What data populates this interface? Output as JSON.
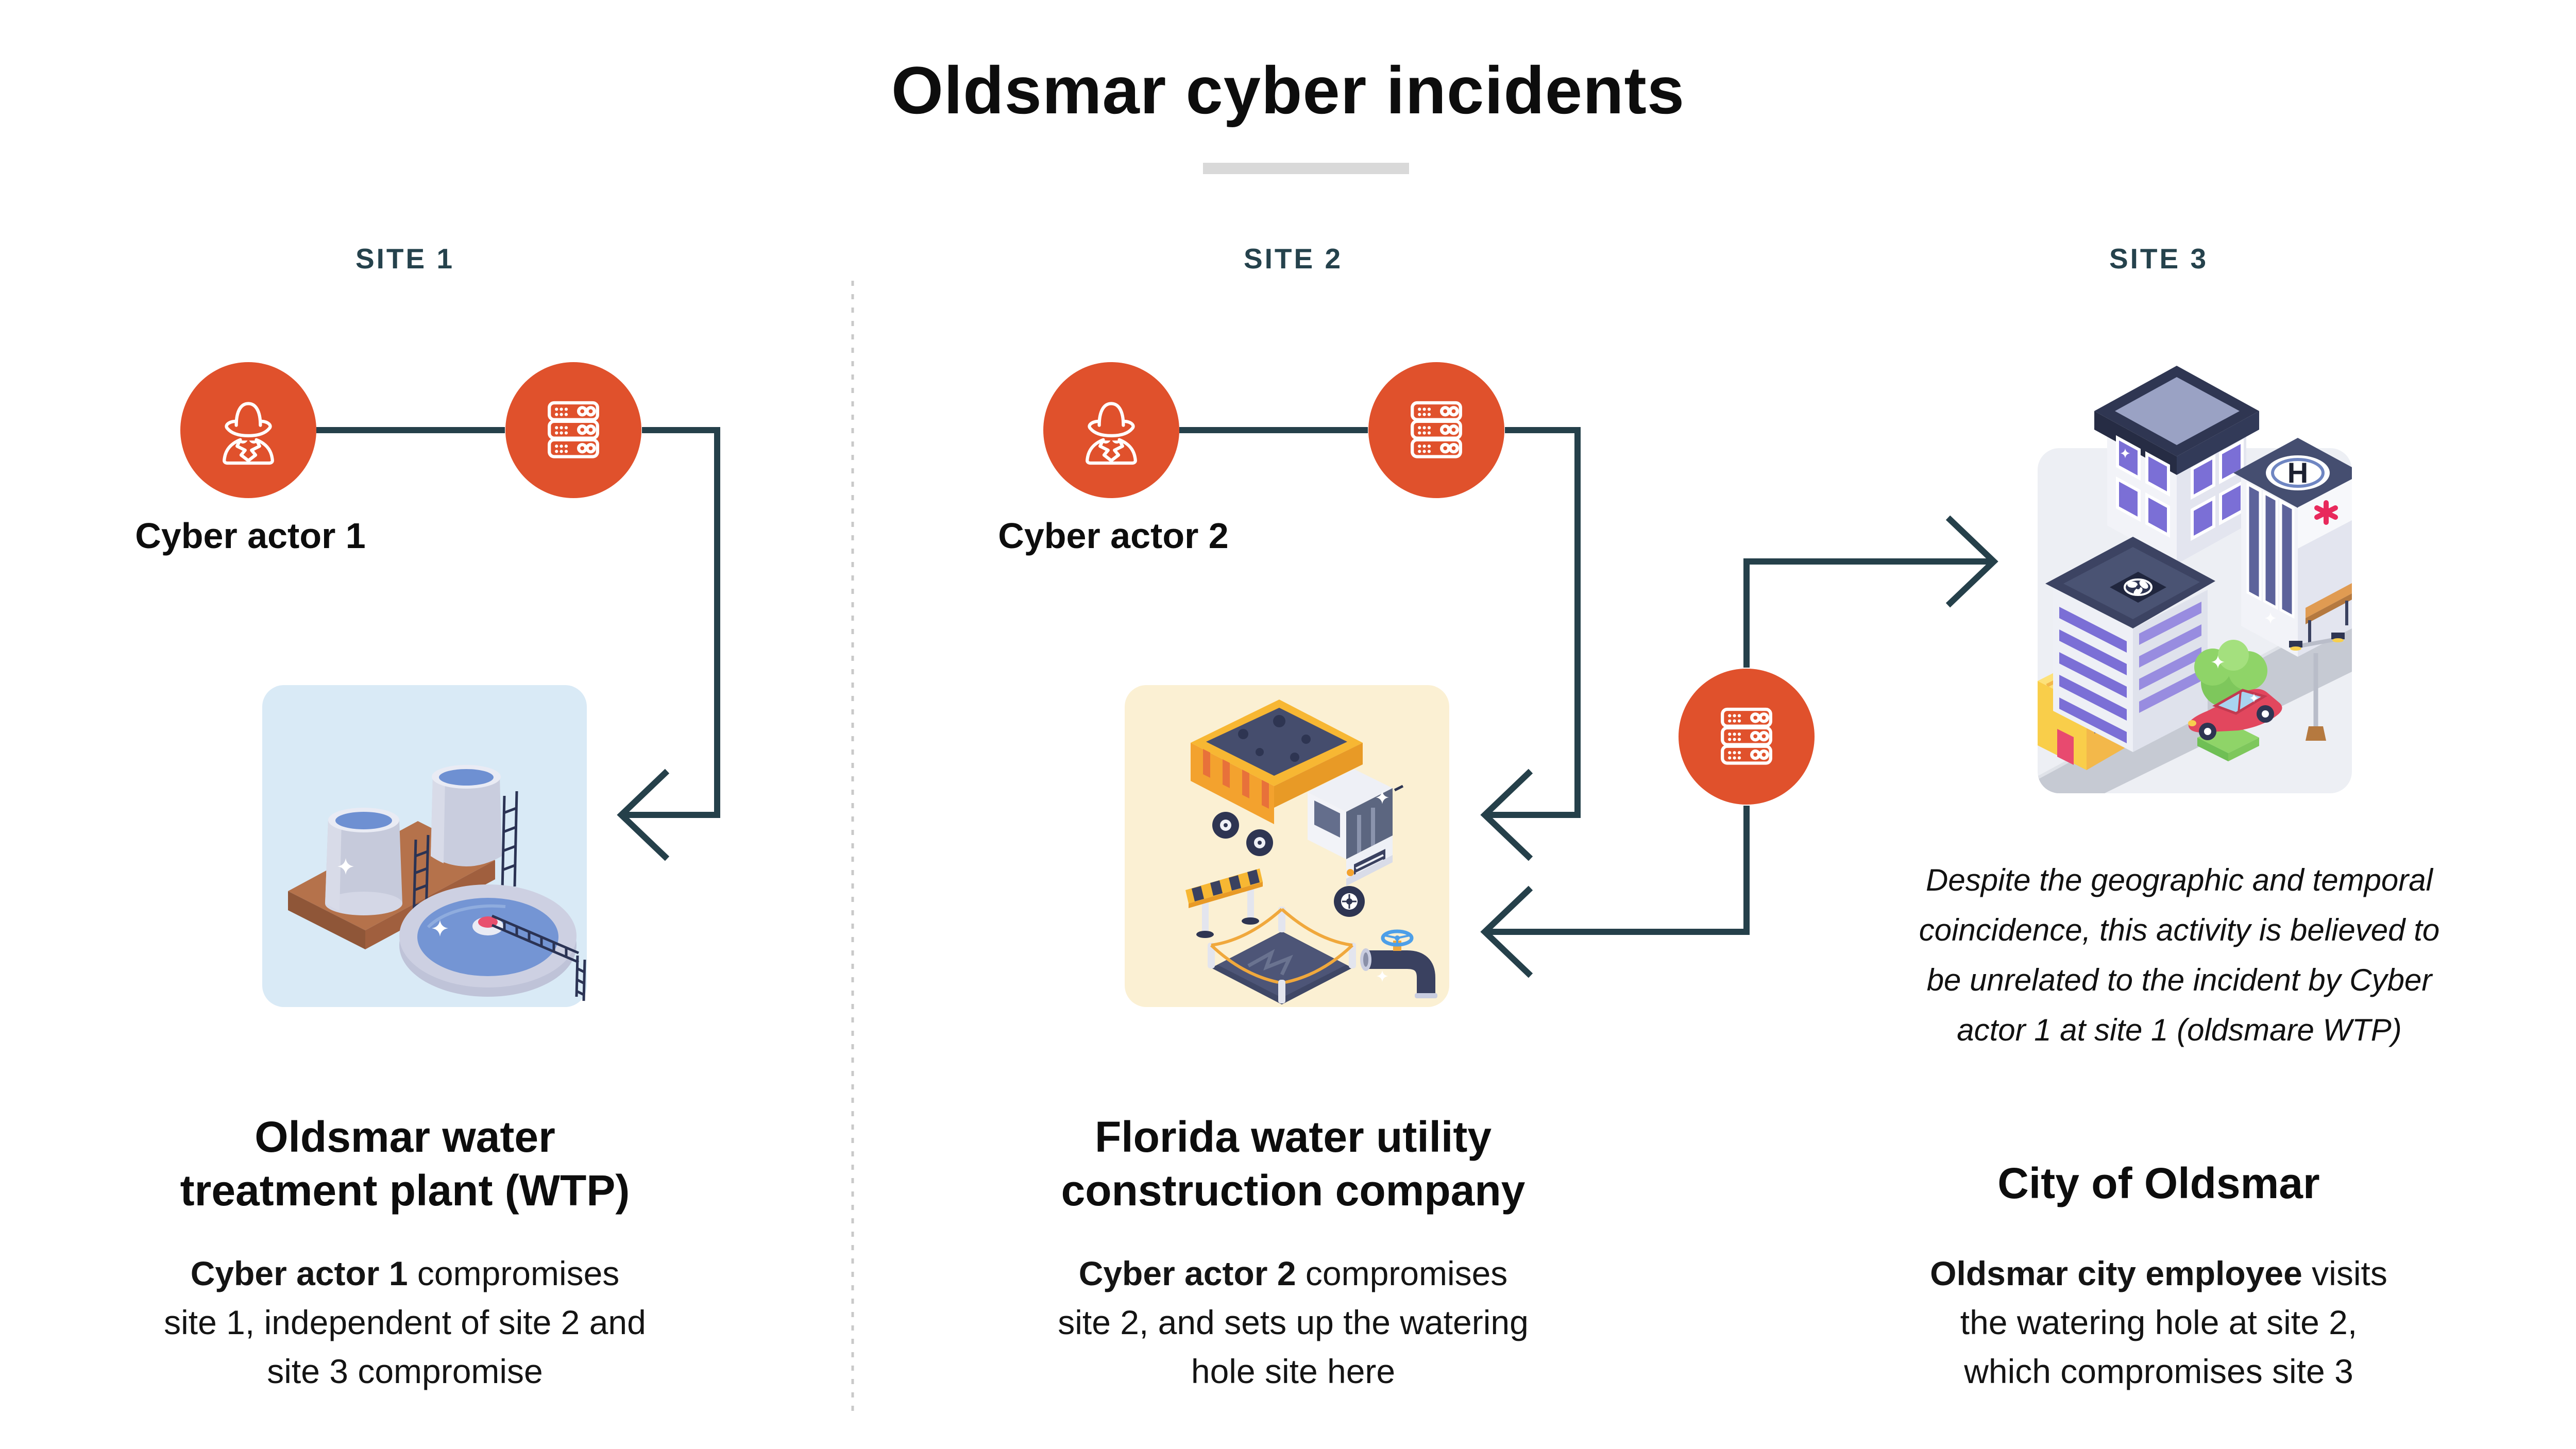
{
  "title": "Oldsmar cyber incidents",
  "colors": {
    "accent_orange": "#e0512c",
    "connector_dark": "#25404a",
    "site_label_teal": "#25424c",
    "divider_gray": "#c9c9c9",
    "title_underline_gray": "#d9d9d9",
    "wtp_panel_blue": "#d9eaf6",
    "construction_panel_cream": "#fbf0d3",
    "city_panel_gray": "#edeff4"
  },
  "icons": {
    "actor": "spy-actor-icon",
    "server": "server-stack-icon"
  },
  "site1": {
    "label": "SITE 1",
    "actor": "Cyber actor 1",
    "heading": [
      "Oldsmar water",
      "treatment plant (WTP)"
    ],
    "body_bold": "Cyber actor 1",
    "body_after_bold": " compromises",
    "body_lines": [
      "site 1, independent of site 2 and",
      "site 3 compromise"
    ]
  },
  "site2": {
    "label": "SITE 2",
    "actor": "Cyber actor 2",
    "heading": [
      "Florida water utility",
      "construction company"
    ],
    "body_bold": "Cyber actor 2",
    "body_after_bold": " compromises",
    "body_lines": [
      "site 2, and sets up the watering",
      "hole site here"
    ]
  },
  "site3": {
    "label": "SITE 3",
    "heading": [
      "City of Oldsmar"
    ],
    "caption": [
      "Despite the geographic and temporal",
      "coincidence, this activity is believed to",
      "be unrelated to the incident by Cyber",
      "actor 1 at site 1 (oldsmare WTP)"
    ],
    "helipad_letter": "H",
    "body_bold": "Oldsmar city employee",
    "body_after_bold": " visits",
    "body_lines": [
      "the watering hole at site 2,",
      "which compromises site 3"
    ]
  }
}
